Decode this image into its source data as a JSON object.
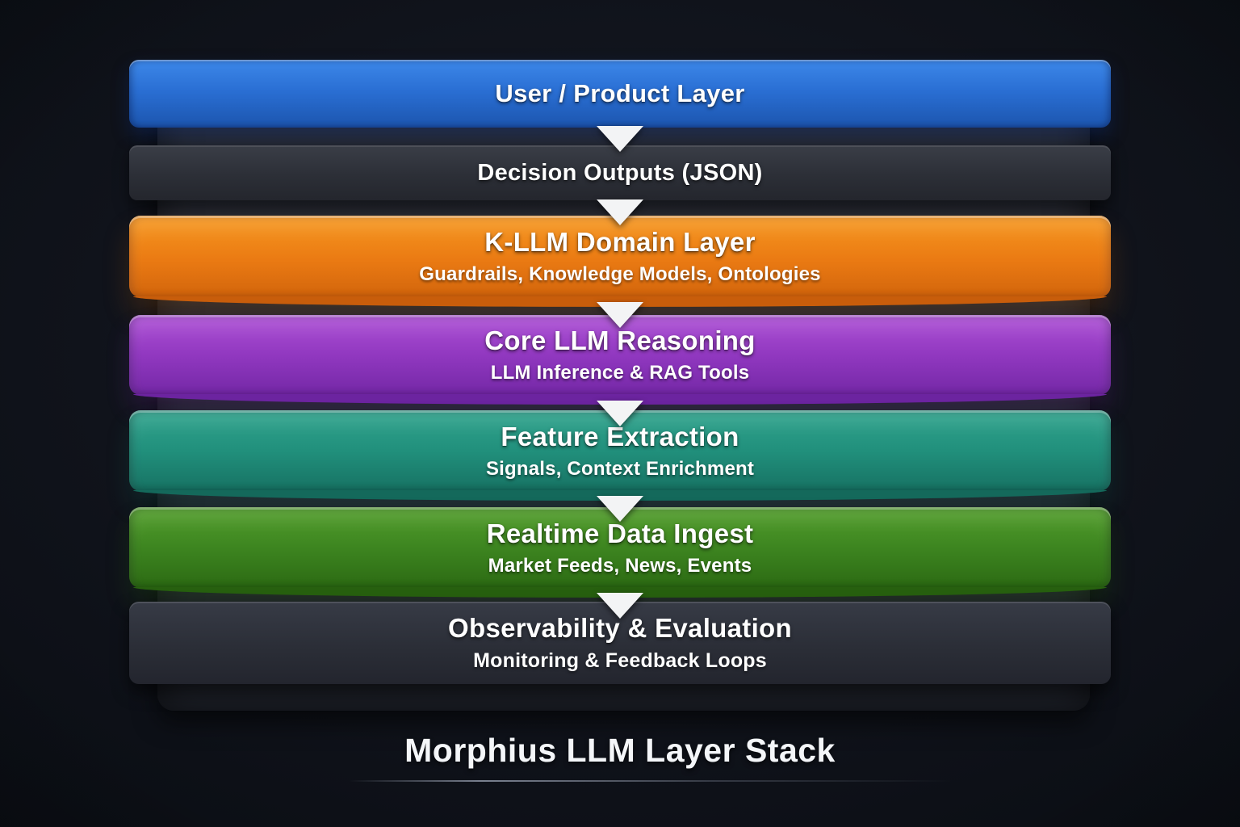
{
  "diagram_title": "Morphius LLM Layer Stack",
  "layers": [
    {
      "title": "User / Product Layer",
      "color": "#2a6fd4"
    },
    {
      "title": "Decision Outputs (JSON)",
      "color": "#2c2f37"
    },
    {
      "title": "K-LLM Domain Layer",
      "subtitle": "Guardrails, Knowledge Models, Ontologies",
      "color": "#ea7a13"
    },
    {
      "title": "Core LLM Reasoning",
      "subtitle": "LLM Inference & RAG Tools",
      "color": "#9138c0"
    },
    {
      "title": "Feature Extraction",
      "subtitle": "Signals, Context Enrichment",
      "color": "#21907c"
    },
    {
      "title": "Realtime Data Ingest",
      "subtitle": "Market Feeds, News, Events",
      "color": "#3d8520"
    },
    {
      "title": "Observability & Evaluation",
      "subtitle": "Monitoring & Feedback Loops",
      "color": "#2b2e37"
    }
  ],
  "arrow_color": "#f3f4f5",
  "background_color": "#10131b"
}
